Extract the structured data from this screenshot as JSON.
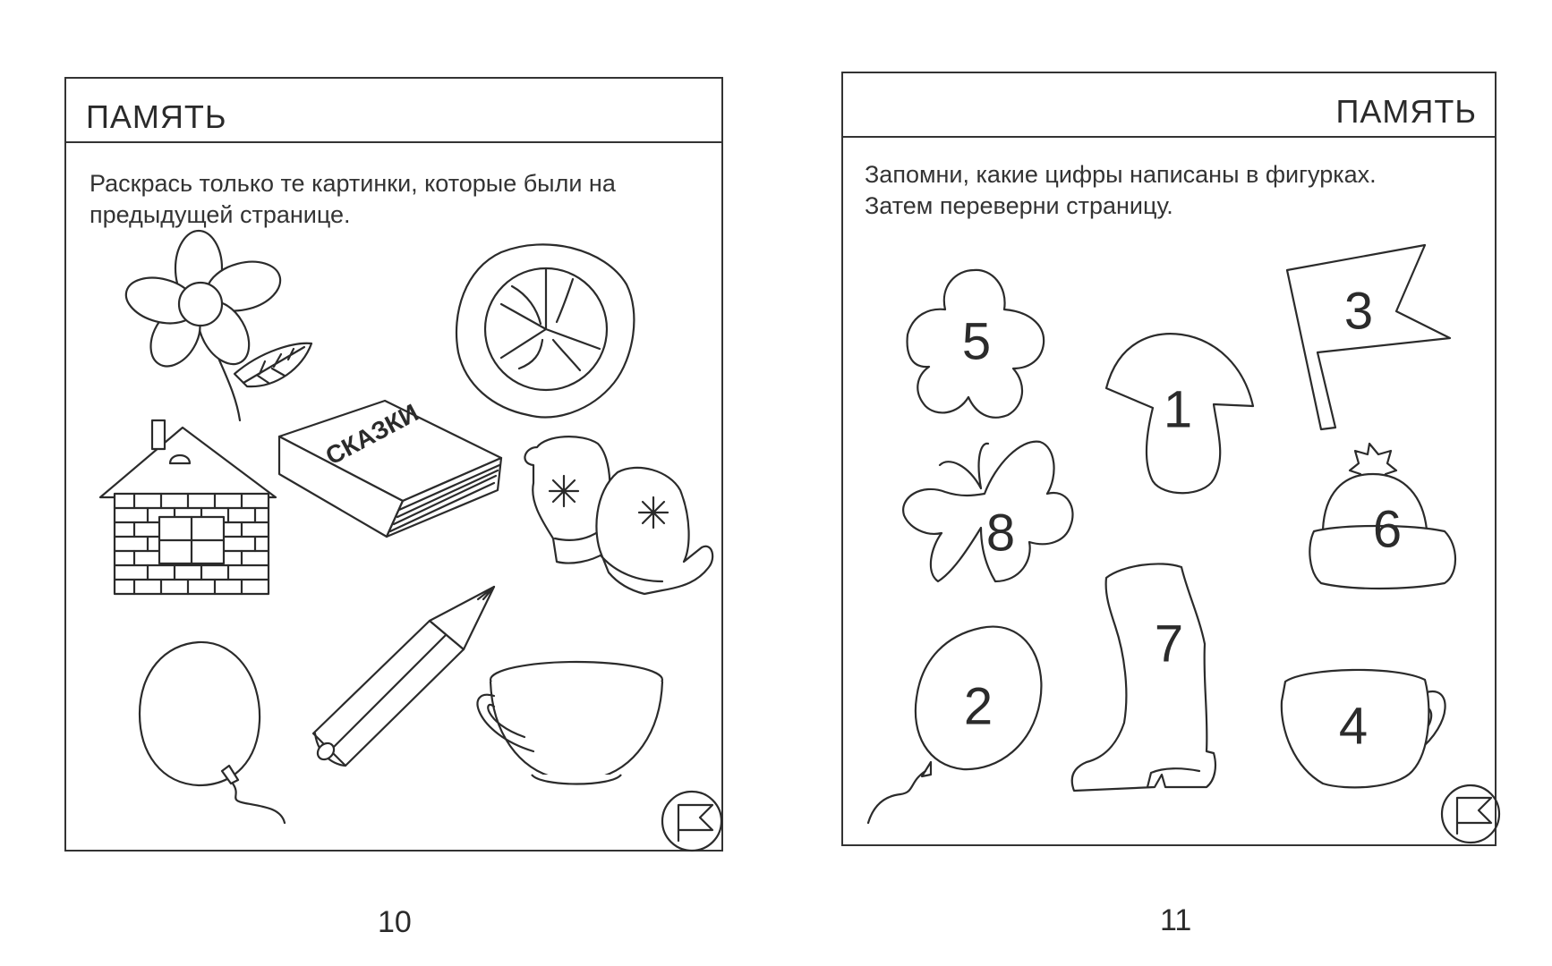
{
  "left_page": {
    "header_title": "ПАМЯТЬ",
    "instruction": "Раскрась только те картинки, которые были на предыдущей странице.",
    "page_number": "10",
    "book_cover_text": "СКАЗКИ",
    "pictures": [
      "flower",
      "cabbage",
      "house",
      "book",
      "mittens",
      "balloon",
      "pencil",
      "cup"
    ]
  },
  "right_page": {
    "header_title": "ПАМЯТЬ",
    "instruction_line1": "Запомни, какие цифры написаны в фигурках.",
    "instruction_line2": "Затем переверни страницу.",
    "page_number": "11",
    "figures": [
      {
        "shape": "flower",
        "digit": "5"
      },
      {
        "shape": "mushroom",
        "digit": "1"
      },
      {
        "shape": "flag",
        "digit": "3"
      },
      {
        "shape": "butterfly",
        "digit": "8"
      },
      {
        "shape": "hat",
        "digit": "6"
      },
      {
        "shape": "boot",
        "digit": "7"
      },
      {
        "shape": "balloon",
        "digit": "2"
      },
      {
        "shape": "cup",
        "digit": "4"
      }
    ]
  },
  "icons": {
    "corner_icon": "flag-in-circle-icon"
  }
}
